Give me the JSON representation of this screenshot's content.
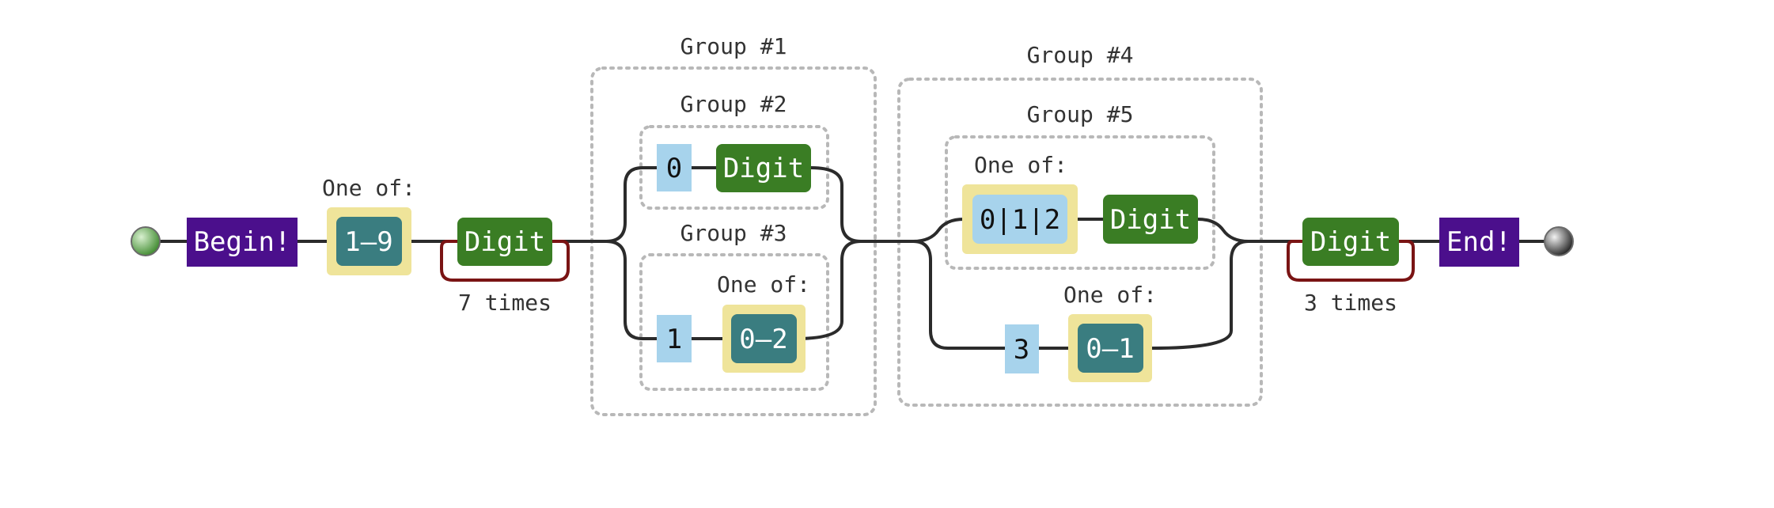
{
  "colors": {
    "connector": "#2b2b2b",
    "anchor_fill": "#4b0f8c",
    "digit_fill": "#3a7d24",
    "charset_outer": "#efe49a",
    "charset_inner": "#3a7d80",
    "literal_fill": "#a7d3ec",
    "repeat_stroke": "#7a1414",
    "group_stroke": "#b8b8b8",
    "start_terminal": "#4e9a3e",
    "end_terminal": "#444444"
  },
  "diagram": {
    "begin": "Begin!",
    "end": "End!",
    "first_charset": {
      "label": "One of:",
      "value": "1–9"
    },
    "digit": "Digit",
    "repeat_1": "7 times",
    "group_1": {
      "title": "Group #1",
      "group_2": {
        "title": "Group #2",
        "literal": "0",
        "digit": "Digit"
      },
      "group_3": {
        "title": "Group #3",
        "literal": "1",
        "charset_label": "One of:",
        "charset": "0–2"
      }
    },
    "group_4": {
      "title": "Group #4",
      "group_5": {
        "title": "Group #5",
        "charset_label": "One of:",
        "charset": "0|1|2",
        "digit": "Digit"
      },
      "literal": "3",
      "charset_label": "One of:",
      "charset": "0–1"
    },
    "repeat_2": "3 times"
  }
}
